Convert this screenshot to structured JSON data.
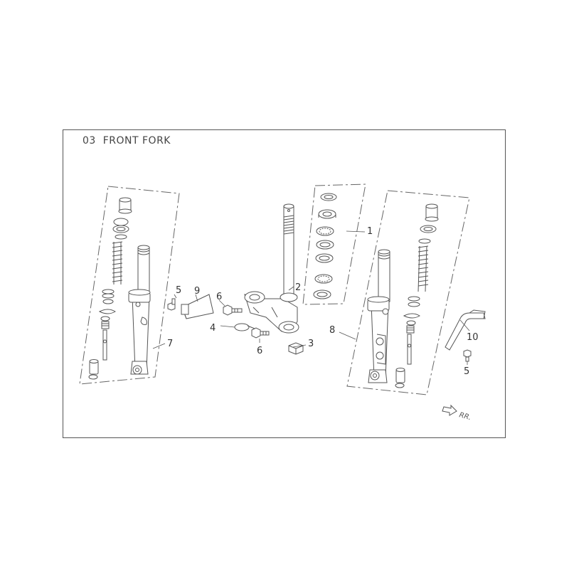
{
  "diagram": {
    "section_number": "03",
    "section_title": "FRONT FORK",
    "direction_label": "RR.",
    "callouts": [
      {
        "id": "c1",
        "label": "1"
      },
      {
        "id": "c2",
        "label": "2"
      },
      {
        "id": "c3",
        "label": "3"
      },
      {
        "id": "c4",
        "label": "4"
      },
      {
        "id": "c5a",
        "label": "5"
      },
      {
        "id": "c5b",
        "label": "5"
      },
      {
        "id": "c6a",
        "label": "6"
      },
      {
        "id": "c6b",
        "label": "6"
      },
      {
        "id": "c7",
        "label": "7"
      },
      {
        "id": "c8",
        "label": "8"
      },
      {
        "id": "c9",
        "label": "9"
      },
      {
        "id": "c10",
        "label": "10"
      }
    ]
  }
}
